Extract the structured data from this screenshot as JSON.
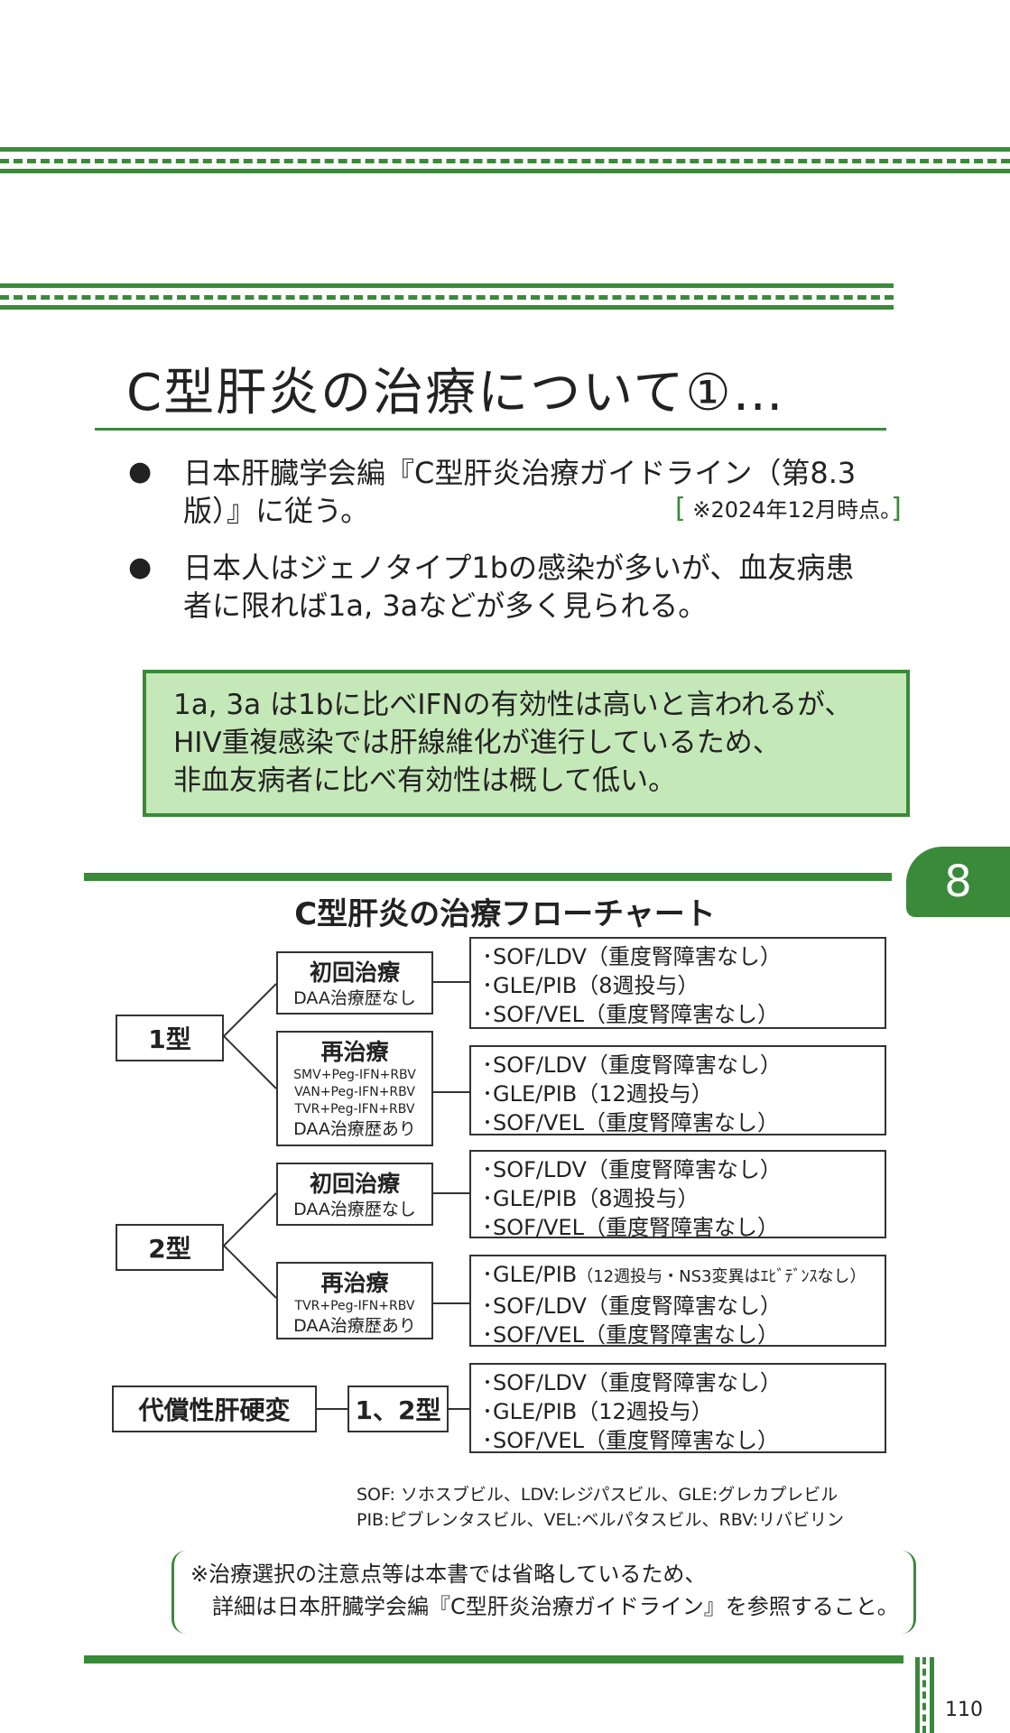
{
  "title": "C型肝炎の治療について①…",
  "bullets": [
    {
      "line1": "日本肝臓学会編『C型肝炎治療ガイドライン（第8.3",
      "line2": "版）』に従う。"
    },
    {
      "line1": "日本人はジェノタイプ1bの感染が多いが、血友病患",
      "line2": "者に限れば1a, 3aなどが多く見られる。"
    }
  ],
  "bullet_mark": "●",
  "note": "※2024年12月時点。",
  "callout": [
    "1a, 3a は1bに比べIFNの有効性は高いと言われるが、",
    "HIV重複感染では肝線維化が進行しているため、",
    "非血友病者に比べ有効性は概して低い。"
  ],
  "chapter_tab": "8",
  "flowchart": {
    "title": "C型肝炎の治療フローチャート",
    "type1": "1型",
    "type2": "2型",
    "cirrhosis": "代償性肝硬変",
    "cirrhosis_type": "1、2型",
    "t1_initial": {
      "heading": "初回治療",
      "sub": "DAA治療歴なし"
    },
    "t1_retreat": {
      "heading": "再治療",
      "r1": "SMV+Peg-IFN+RBV",
      "r2": "VAN+Peg-IFN+RBV",
      "r3": "TVR+Peg-IFN+RBV",
      "sub": "DAA治療歴あり"
    },
    "t2_initial": {
      "heading": "初回治療",
      "sub": "DAA治療歴なし"
    },
    "t2_retreat": {
      "heading": "再治療",
      "r1": "TVR+Peg-IFN+RBV",
      "sub": "DAA治療歴あり"
    },
    "rx1": [
      "･SOF/LDV（重度腎障害なし）",
      "･GLE/PIB（8週投与）",
      "･SOF/VEL（重度腎障害なし）"
    ],
    "rx2": [
      "･SOF/LDV（重度腎障害なし）",
      "･GLE/PIB（12週投与）",
      "･SOF/VEL（重度腎障害なし）"
    ],
    "rx3": [
      "･SOF/LDV（重度腎障害なし）",
      "･GLE/PIB（8週投与）",
      "･SOF/VEL（重度腎障害なし）"
    ],
    "rx4_a": "･GLE/PIB",
    "rx4_a_small": "（12週投与・NS3変異はｴﾋﾞﾃﾞﾝｽなし）",
    "rx4": [
      "･SOF/LDV（重度腎障害なし）",
      "･SOF/VEL（重度腎障害なし）"
    ],
    "rx5": [
      "･SOF/LDV（重度腎障害なし）",
      "･GLE/PIB（12週投与）",
      "･SOF/VEL（重度腎障害なし）"
    ]
  },
  "abbreviations": [
    "SOF: ソホスブビル、LDV:レジパスビル、GLE:グレカプレビル",
    "PIB:ピブレンタスビル、VEL:ベルパタスビル、RBV:リバビリン"
  ],
  "footnote": [
    "※治療選択の注意点等は本書では省略しているため、",
    "　詳細は日本肝臓学会編『C型肝炎治療ガイドライン』を参照すること。"
  ],
  "page_number": "110",
  "colors": {
    "accent": "#3a8a3a",
    "callout_fill": "#c5e8b8"
  }
}
